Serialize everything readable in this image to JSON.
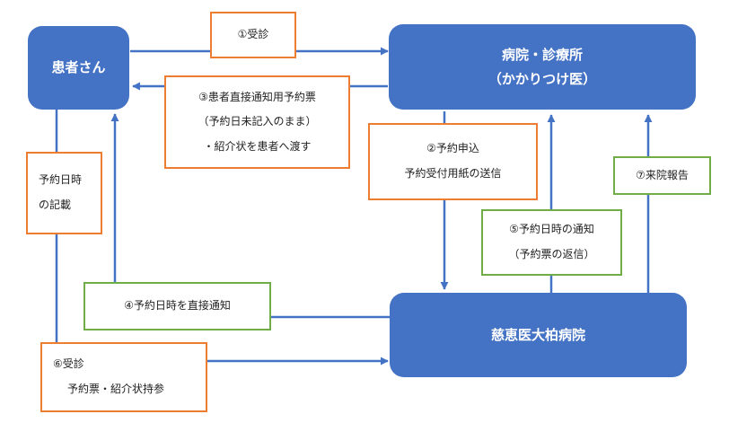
{
  "nodes": {
    "patient": "患者さん",
    "clinic_line1": "病院・診療所",
    "clinic_line2": "（かかりつけ医）",
    "hospital": "慈恵医大柏病院"
  },
  "steps": {
    "s1": "①受診",
    "s2_line1": "②予約申込",
    "s2_line2": "予約受付用紙の送信",
    "s3_line1": "③患者直接通知用予約票",
    "s3_line2": "（予約日未記入のまま）",
    "s3_line3": "・紹介状を患者へ渡す",
    "s4": "④予約日時を直接通知",
    "s5_line1": "⑤予約日時の通知",
    "s5_line2": "（予約票の返信）",
    "s6_line1": "⑥受診",
    "s6_line2": "予約票・紹介状持参",
    "s7": "⑦来院報告",
    "note_line1": "予約日時",
    "note_line2": "の記載"
  },
  "colors": {
    "node_fill": "#4472c4",
    "arrow": "#4472c4",
    "orange_border": "#ed7d31",
    "green_border": "#70ad47"
  }
}
